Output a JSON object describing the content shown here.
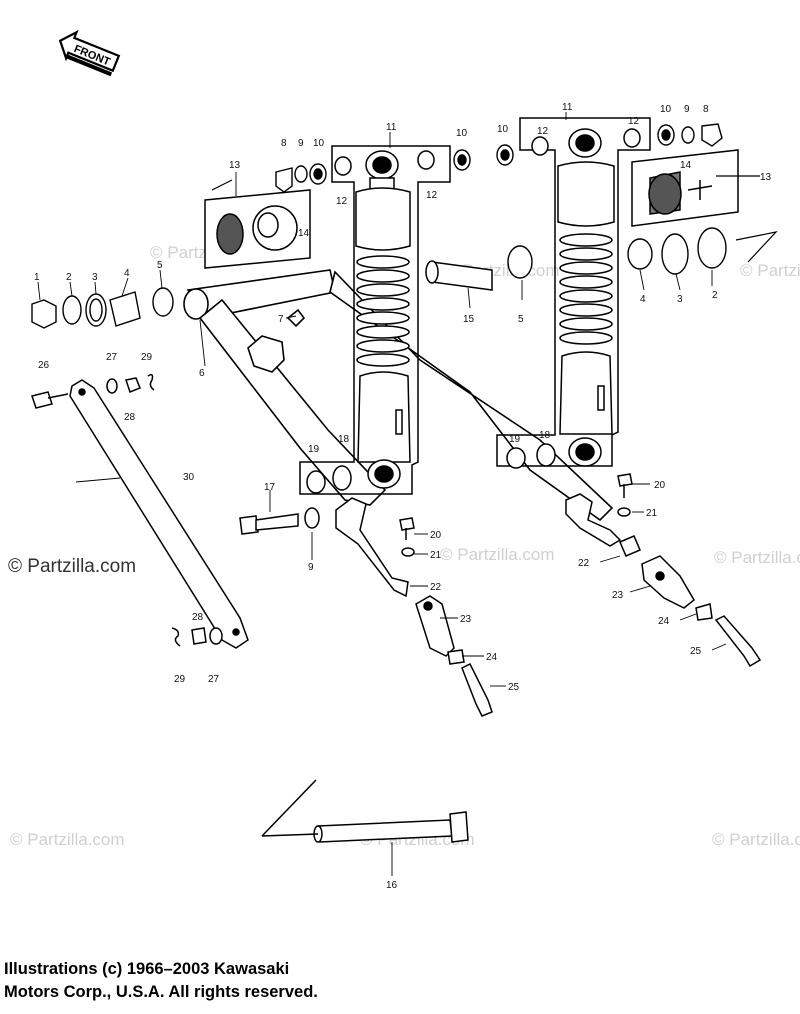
{
  "diagram": {
    "front_label": "FRONT",
    "watermark": "© Partzilla.com",
    "callout_numbers": [
      "1",
      "2",
      "3",
      "4",
      "5",
      "6",
      "7",
      "8",
      "9",
      "10",
      "11",
      "12",
      "13",
      "14",
      "15",
      "16",
      "17",
      "18",
      "19",
      "20",
      "21",
      "22",
      "23",
      "24",
      "25",
      "26",
      "27",
      "28",
      "29",
      "30"
    ]
  },
  "footer": {
    "line1": "Illustrations (c) 1966–2003 Kawasaki",
    "line2": "Motors Corp., U.S.A.  All rights reserved."
  }
}
